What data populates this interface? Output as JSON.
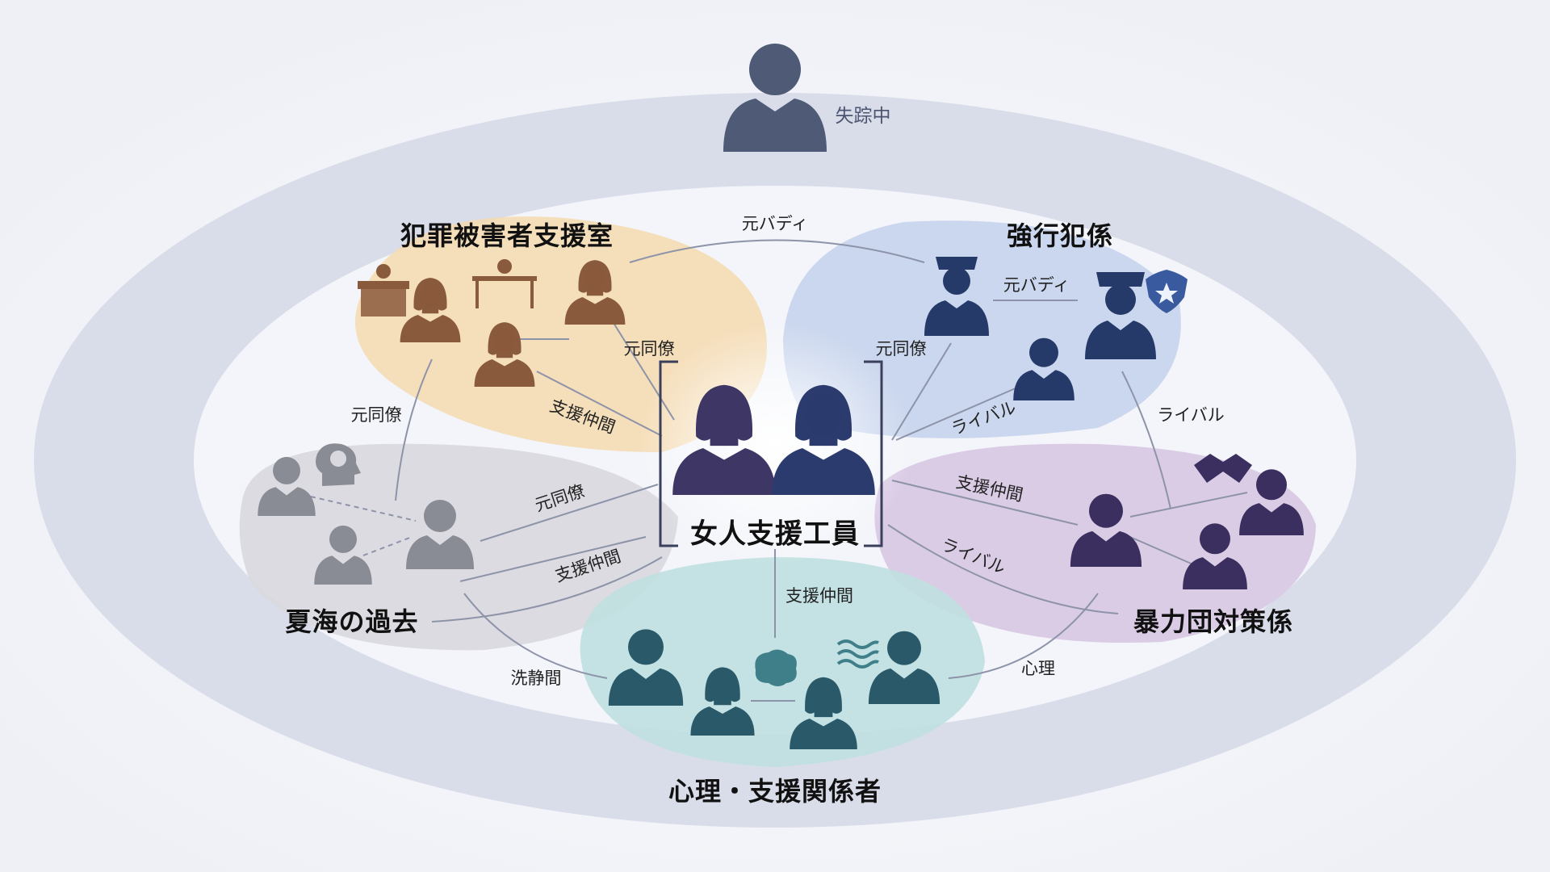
{
  "center": {
    "label": "女人支援工員"
  },
  "missing": {
    "label": "失踪中"
  },
  "groups": {
    "victim_support": {
      "title": "犯罪被害者支援室"
    },
    "violent_crimes": {
      "title": "強行犯係"
    },
    "past": {
      "title": "夏海の過去"
    },
    "gang_control": {
      "title": "暴力団対策係"
    },
    "psych_support": {
      "title": "心理・支援関係者"
    }
  },
  "relations": {
    "former_buddy_top": "元バディ",
    "former_buddy_police": "元バディ",
    "former_colleague_victim": "元同僚",
    "support_mate_victim": "支援仲間",
    "former_colleague_violent": "元同僚",
    "rival_violent": "ライバル",
    "rival_right": "ライバル",
    "former_colleague_left": "元同僚",
    "former_colleague_past": "元同僚",
    "support_mate_past": "支援仲間",
    "support_mate_gang": "支援仲間",
    "rival_gang": "ライバル",
    "support_mate_bottom": "支援仲間",
    "cleansing_room": "洗静間",
    "psychology": "心理"
  },
  "colors": {
    "background": "#f1f3f8",
    "outer_ring": "#d9dde9",
    "victim_support": "#f5d9ae",
    "violent_crimes": "#c6d4ec",
    "past": "#d8d8de",
    "gang_control": "#d8c8e3",
    "psych_support": "#bfe0e0",
    "missing_person": "#4f5a76",
    "center_woman_1": "#3e3665",
    "center_woman_2": "#2b3b6e",
    "victim_people": "#8a5a3c",
    "police": "#263a6a",
    "gang_people": "#3a2f5e",
    "psych_people": "#2a5a6a",
    "past_people": "#8a8c95"
  },
  "icons": [
    "person-silhouette",
    "desk-icon",
    "police-cap-icon",
    "police-badge-icon",
    "handshake-icon",
    "brain-icon",
    "head-brain-icon",
    "waves-icon"
  ]
}
